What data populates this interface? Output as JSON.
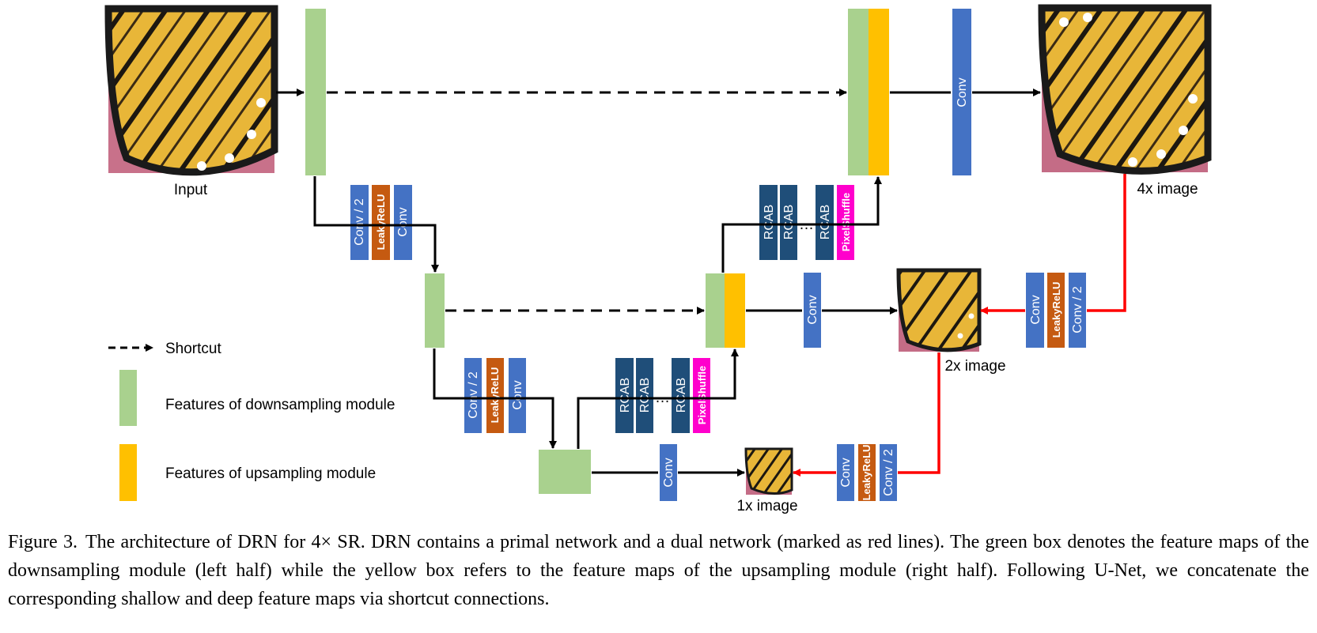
{
  "labels": {
    "input": "Input",
    "out4x": "4x image",
    "out2x": "2x image",
    "out1x": "1x image",
    "legend_shortcut": "Shortcut",
    "legend_down": "Features of downsampling module",
    "legend_up": "Features of upsampling module",
    "dots": "…"
  },
  "blocks": {
    "conv": "Conv",
    "conv2": "Conv / 2",
    "leaky": "LeakyReLU",
    "rcab": "RCAB",
    "pixel": "PixelShuffle"
  },
  "colors": {
    "green": "#a9d18e",
    "yellow": "#ffc000",
    "conv_blue": "#4472c4",
    "rcab_navy": "#1f4e79",
    "leaky_orange": "#c55a11",
    "pixel_magenta": "#ff00cc",
    "dual_red": "#ff0000"
  },
  "caption": {
    "number": "Figure 3.",
    "text": "The architecture of DRN for 4× SR. DRN contains a primal network and a dual network (marked as red lines). The green box denotes the feature maps of the downsampling module (left half) while the yellow box refers to the feature maps of the upsampling module (right half). Following U-Net, we concatenate the corresponding shallow and deep feature maps via shortcut connections."
  }
}
